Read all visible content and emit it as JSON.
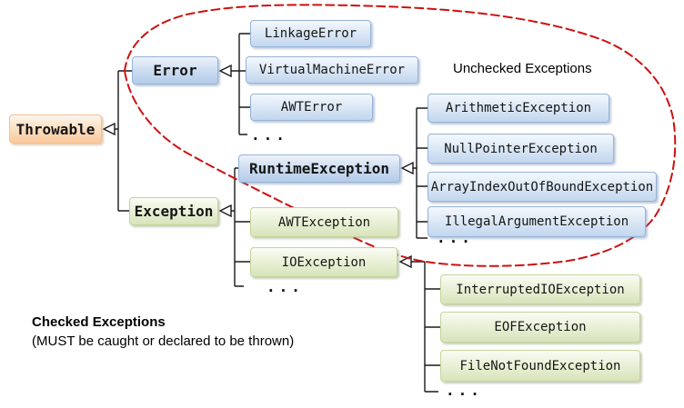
{
  "nodes": {
    "throwable": {
      "label": "Throwable"
    },
    "error": {
      "label": "Error"
    },
    "exception": {
      "label": "Exception"
    },
    "linkage_error": {
      "label": "LinkageError"
    },
    "virtual_machine_error": {
      "label": "VirtualMachineError"
    },
    "awt_error": {
      "label": "AWTError"
    },
    "runtime_exception": {
      "label": "RuntimeException"
    },
    "awt_exception": {
      "label": "AWTException"
    },
    "io_exception": {
      "label": "IOException"
    },
    "arithmetic_exception": {
      "label": "ArithmeticException"
    },
    "null_pointer_exception": {
      "label": "NullPointerException"
    },
    "array_index_out_of_bound_exception": {
      "label": "ArrayIndexOutOfBoundException"
    },
    "illegal_argument_exception": {
      "label": "IllegalArgumentException"
    },
    "interrupted_io_exception": {
      "label": "InterruptedIOException"
    },
    "eof_exception": {
      "label": "EOFException"
    },
    "file_not_found_exception": {
      "label": "FileNotFoundException"
    }
  },
  "ellipsis": "...",
  "annotations": {
    "unchecked": "Unchecked Exceptions",
    "checked_title": "Checked Exceptions",
    "checked_note": "(MUST be caught or declared to be thrown)"
  },
  "colors": {
    "blue_box_border": "#95b3d7",
    "green_box_border": "#c3d69b",
    "orange_box_border": "#fabf8f",
    "unchecked_outline": "#cc1111",
    "connector": "#1a1a1a"
  }
}
